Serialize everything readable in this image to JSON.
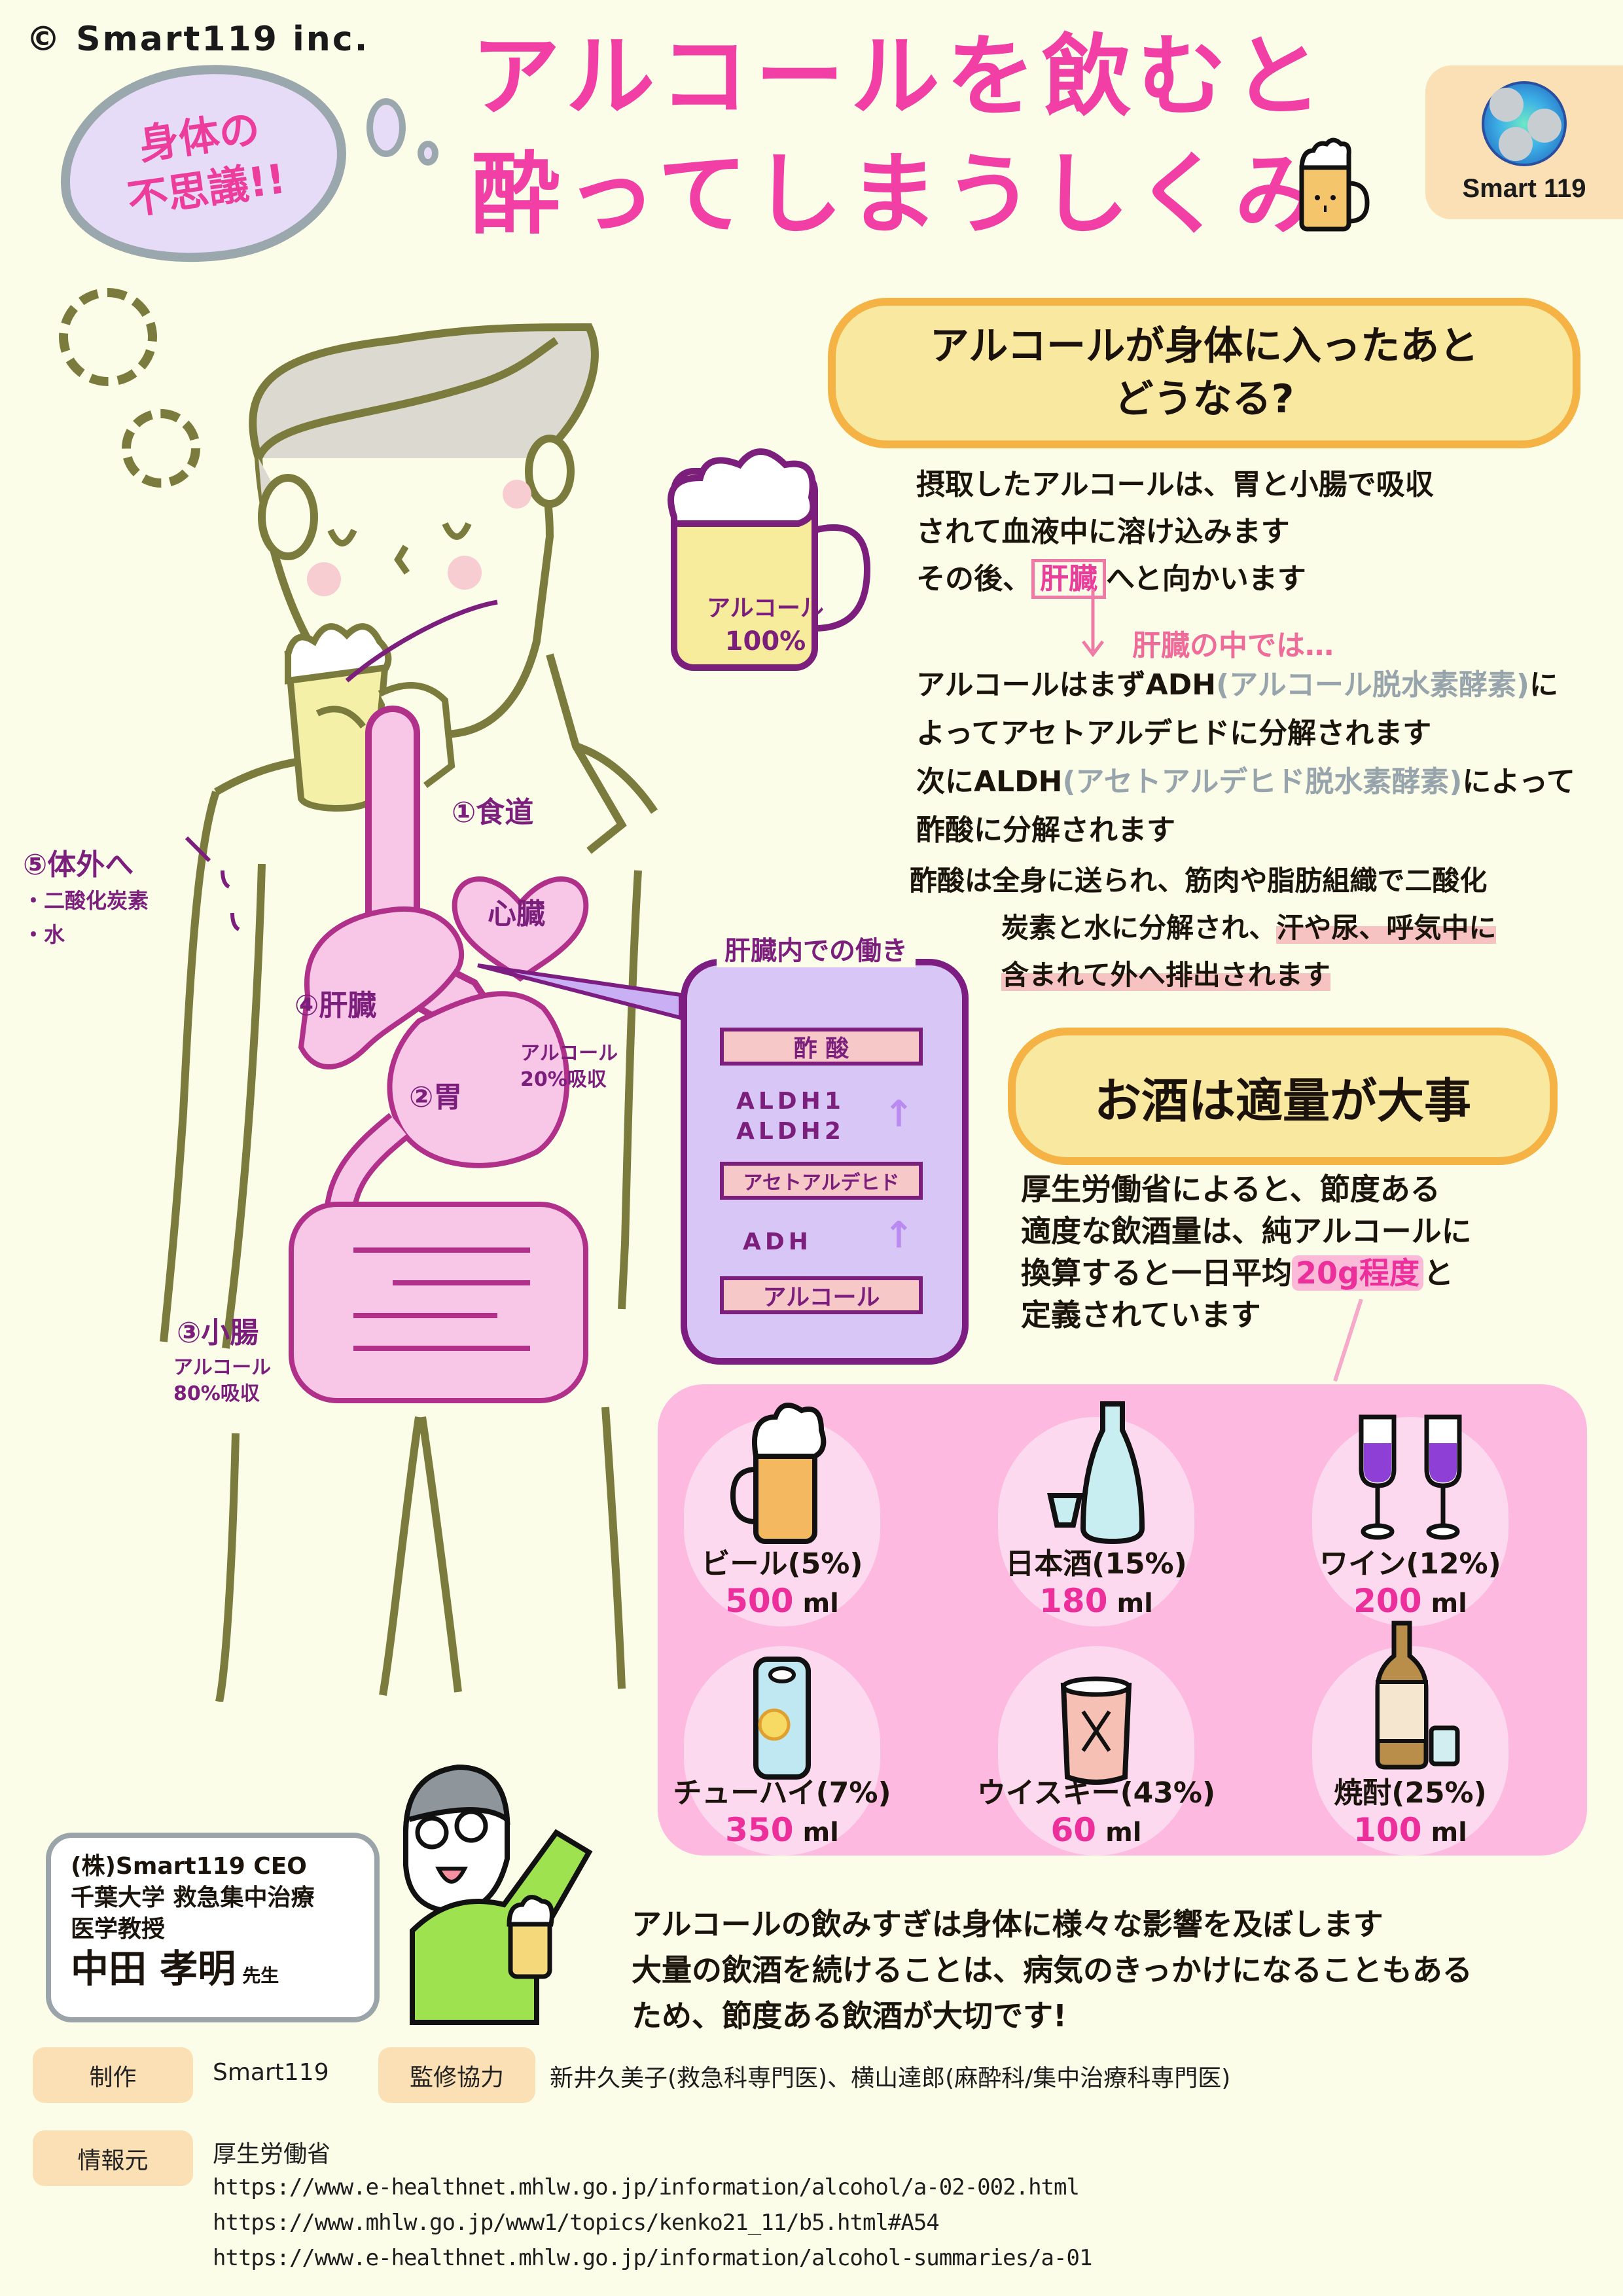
{
  "copyright": "© Smart119 inc.",
  "header": {
    "thought_bubble": [
      "身体の",
      "不思議!!"
    ],
    "title_line1": "アルコールを飲むと",
    "title_line2": "酔ってしまうしくみ",
    "logo_text": "Smart 119"
  },
  "figure": {
    "mug_label": [
      "アルコール",
      "100%"
    ],
    "organs": {
      "esophagus": "①食道",
      "heart": "心臓",
      "liver": "④肝臓",
      "stomach": "②胃",
      "stomach_note": [
        "アルコール",
        "20%吸収"
      ],
      "small_intestine": "③小腸",
      "intestine_note": [
        "アルコール",
        "80%吸収"
      ],
      "excretion": "⑤体外へ",
      "excretion_items": [
        "・二酸化炭素",
        "・水"
      ]
    }
  },
  "liver_panel": {
    "title": "肝臓内での働き",
    "box_top": "酢 酸",
    "enzyme_top": [
      "ALDH1",
      "ALDH2"
    ],
    "box_middle": "アセトアルデヒド",
    "enzyme_bottom": "ADH",
    "box_bottom": "アルコール",
    "arrow": "↑"
  },
  "section1": {
    "heading": [
      "アルコールが身体に入ったあと",
      "どうなる?"
    ],
    "p1_line1": "摂取したアルコールは、胃と小腸で吸収",
    "p1_line2": "されて血液中に溶け込みます",
    "p1_line3_pre": "その後、",
    "p1_line3_hl": "肝臓",
    "p1_line3_post": "へと向かいます",
    "liver_note": "肝臓の中では…",
    "p2_line1_pre": "アルコールはまずADH",
    "p2_line1_gray": "(アルコール脱水素酵素)",
    "p2_line1_post": "に",
    "p2_line2": "よってアセトアルデヒドに分解されます",
    "p2_line3_pre": "次にALDH",
    "p2_line3_gray": "(アセトアルデヒド脱水素酵素)",
    "p2_line3_post": "によって",
    "p2_line4": "酢酸に分解されます",
    "p3_line1": "酢酸は全身に送られ、筋肉や脂肪組織で二酸化",
    "p3_line2_pre": "炭素と水に分解され、",
    "p3_line2_hl": "汗や尿、呼気中に",
    "p3_line3_hl": "含まれて外へ排出されます"
  },
  "section2": {
    "heading": "お酒は適量が大事",
    "line1": "厚生労働省によると、節度ある",
    "line2": "適度な飲酒量は、純アルコールに",
    "line3_pre": "換算すると一日平均",
    "line3_hl": "20g程度",
    "line3_post": "と",
    "line4": "定義されています"
  },
  "drinks": [
    {
      "name": "ビール(5%)",
      "amount": "500",
      "unit": "ml"
    },
    {
      "name": "日本酒(15%)",
      "amount": "180",
      "unit": "ml"
    },
    {
      "name": "ワイン(12%)",
      "amount": "200",
      "unit": "ml"
    },
    {
      "name": "チューハイ(7%)",
      "amount": "350",
      "unit": "ml"
    },
    {
      "name": "ウイスキー(43%)",
      "amount": "60",
      "unit": "ml"
    },
    {
      "name": "焼酎(25%)",
      "amount": "100",
      "unit": "ml"
    }
  ],
  "doctor": {
    "line1": "(株)Smart119 CEO",
    "line2": "千葉大学 救急集中治療",
    "line3": "医学教授",
    "name": "中田 孝明",
    "honorific": "先生"
  },
  "closing": {
    "line1": "アルコールの飲みすぎは身体に様々な影響を及ぼします",
    "line2": "大量の飲酒を続けることは、病気のきっかけになることもある",
    "line3": "ため、節度ある飲酒が大切です!"
  },
  "footer": {
    "production_label": "制作",
    "production_value": "Smart119",
    "supervision_label": "監修協力",
    "supervision_value": "新井久美子(救急科専門医)、横山達郎(麻酔科/集中治療科専門医)",
    "source_label": "情報元",
    "source_org": "厚生労働省",
    "urls": [
      "https://www.e-healthnet.mhlw.go.jp/information/alcohol/a-02-002.html",
      "https://www.mhlw.go.jp/www1/topics/kenko21_11/b5.html#A54",
      "https://www.e-healthnet.mhlw.go.jp/information/alcohol-summaries/a-01"
    ]
  },
  "colors": {
    "background": "#fbfde8",
    "title_pink": "#f23fa5",
    "organ_purple": "#7b1e7c",
    "organ_fill": "#f8c6e6",
    "body_line": "#7a7b3c",
    "heading_cloud": "#f9e8a0",
    "heading_border": "#f4b344",
    "drinks_panel": "#fdb9e0",
    "liver_panel": "#d7c6f6",
    "tag_bg": "#fae0b4"
  }
}
